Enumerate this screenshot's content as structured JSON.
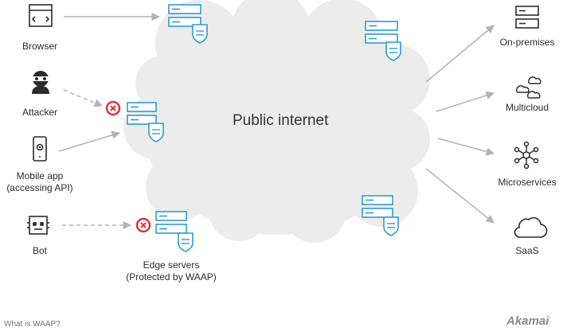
{
  "cloud": {
    "label": "Public internet",
    "fill": "#ececec"
  },
  "sources": [
    {
      "id": "browser",
      "icon": "browser-window-icon",
      "label": "Browser"
    },
    {
      "id": "attacker",
      "icon": "attacker-masked-icon",
      "label": "Attacker"
    },
    {
      "id": "mobile",
      "icon": "mobile-phone-icon",
      "label_lines": [
        "Mobile app",
        "(accessing API)"
      ]
    },
    {
      "id": "bot",
      "icon": "bot-icon",
      "label": "Bot"
    }
  ],
  "edge": {
    "label_lines": [
      "Edge servers",
      "(Protected by WAAP)"
    ]
  },
  "destinations": [
    {
      "id": "on-premises",
      "icon": "server-icon",
      "label": "On-premises"
    },
    {
      "id": "multicloud",
      "icon": "multicloud-icon",
      "label": "Multicloud"
    },
    {
      "id": "microservices",
      "icon": "microservices-icon",
      "label": "Microservices"
    },
    {
      "id": "saas",
      "icon": "cloud-icon",
      "label": "SaaS"
    }
  ],
  "footer": {
    "caption": "What is WAAP?",
    "logo": "Akamai"
  },
  "colors": {
    "accent": "#2e9bd6",
    "blocked": "#d9363e",
    "arrow": "#b3b3b3",
    "icon": "#2b2b2b"
  }
}
